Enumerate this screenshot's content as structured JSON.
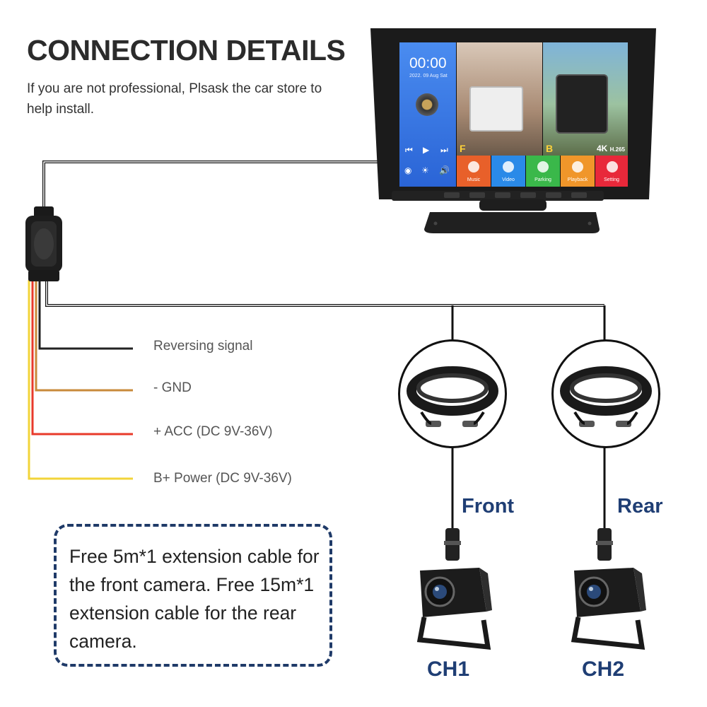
{
  "header": {
    "title": "CONNECTION DETAILS",
    "subtitle": "If you are not professional, Plsask the car store to help install."
  },
  "wires": [
    {
      "label": "Reversing signal",
      "color": "#222222"
    },
    {
      "label": "- GND",
      "color": "#c88a3a"
    },
    {
      "label": "+ ACC (DC 9V-36V)",
      "color": "#e83a2a"
    },
    {
      "label": "B+ Power (DC 9V-36V)",
      "color": "#f2d43a"
    }
  ],
  "note": {
    "text": "Free 5m*1 extension cable for the front camera. Free 15m*1 extension cable for the rear camera."
  },
  "cameras": [
    {
      "position_label": "Front",
      "channel": "CH1"
    },
    {
      "position_label": "Rear",
      "channel": "CH2"
    }
  ],
  "monitor": {
    "clock": "00:00",
    "date": "2022. 09 Aug  Sat",
    "front_marker": "F",
    "back_marker": "B",
    "resolution_badge": "4K",
    "codec_badge": "H.265",
    "apps": [
      {
        "name": "Music",
        "color": "#e8602a"
      },
      {
        "name": "Video",
        "color": "#2a8ae8"
      },
      {
        "name": "Parking",
        "color": "#3ab84a"
      },
      {
        "name": "Playback",
        "color": "#f0962a"
      },
      {
        "name": "Setting",
        "color": "#e8283a"
      }
    ]
  },
  "colors": {
    "title": "#2b2b2b",
    "accent_navy": "#1f3e74",
    "dashed_border": "#1f3a68"
  }
}
